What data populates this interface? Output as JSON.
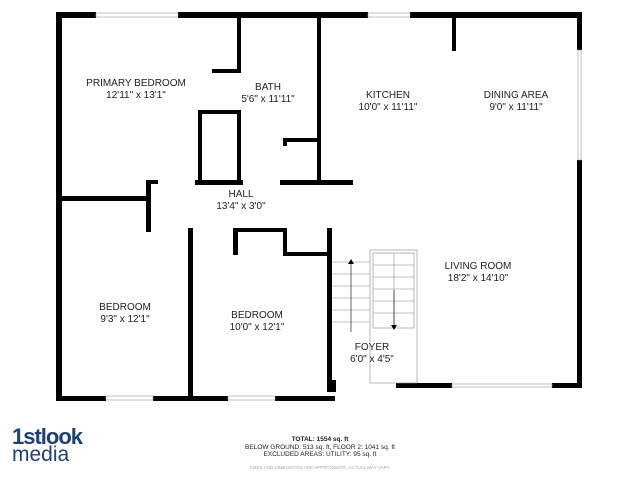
{
  "rooms": [
    {
      "name": "PRIMARY BEDROOM",
      "dims": "12'11\" x 13'1\""
    },
    {
      "name": "BATH",
      "dims": "5'6\" x 11'11\""
    },
    {
      "name": "KITCHEN",
      "dims": "10'0\" x 11'11\""
    },
    {
      "name": "DINING AREA",
      "dims": "9'0\" x 11'11\""
    },
    {
      "name": "HALL",
      "dims": "13'4\" x 3'0\""
    },
    {
      "name": "LIVING ROOM",
      "dims": "18'2\" x 14'10\""
    },
    {
      "name": "BEDROOM",
      "dims": "9'3\" x 12'1\""
    },
    {
      "name": "BEDROOM",
      "dims": "10'0\" x 12'1\""
    },
    {
      "name": "FOYER",
      "dims": "6'0\" x 4'5\""
    }
  ],
  "summary": {
    "total": "TOTAL: 1554 sq. ft",
    "areas": "BELOW GROUND: 513 sq. ft, FLOOR 2: 1041 sq. ft",
    "excluded": "EXCLUDED AREAS: UTILITY: 95 sq. ft",
    "disclaimer": "SIZES AND DIMENSIONS ARE APPROXIMATE, ACTUAL MAY VARY."
  },
  "logo": {
    "line1": "1stlook",
    "line2": "media",
    "color": "#1d3f7a"
  },
  "colors": {
    "wall": "#000000",
    "window": "#bbbbbb"
  }
}
